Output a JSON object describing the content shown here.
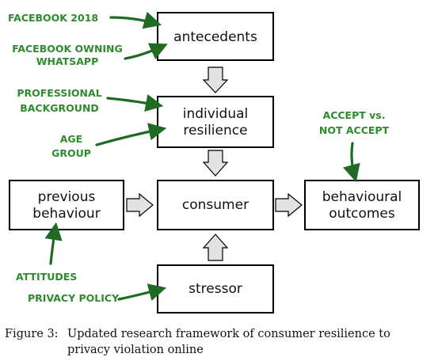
{
  "boxes": {
    "antecedents": "antecedents",
    "individual_resilience": [
      "individual",
      "resilience"
    ],
    "previous_behaviour": [
      "previous",
      "behaviour"
    ],
    "consumer": "consumer",
    "behavioural_outcomes": [
      "behavioural",
      "outcomes"
    ],
    "stressor": "stressor"
  },
  "factors": {
    "facebook_2018": "FACEBOOK 2018",
    "facebook_owning_whatsapp": [
      "FACEBOOK OWNING",
      "WHATSAPP"
    ],
    "professional_background": [
      "PROFESSIONAL",
      "BACKGROUND"
    ],
    "age_group": [
      "AGE",
      "GROUP"
    ],
    "accept_vs_not_accept": [
      "ACCEPT vs.",
      "NOT ACCEPT"
    ],
    "attitudes": "ATTITUDES",
    "privacy_policy": "PRIVACY POLICY"
  },
  "caption": {
    "label": "Figure 3:",
    "text": "Updated research framework of consumer resilience to privacy violation online"
  },
  "colors": {
    "annotation_text": "#2e8b2e",
    "annotation_arrow": "#1f6b24",
    "arrow_fill": "#e2e2e2"
  }
}
